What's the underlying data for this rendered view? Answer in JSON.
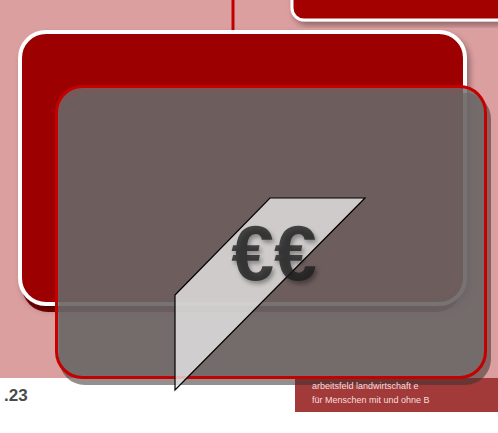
{
  "diagram": {
    "nodes": [
      {
        "text": [
          "€€"
        ]
      }
    ],
    "labels": [
      ".23",
      "arbeitsfeld landwirtschaft e",
      "für Menschen mit und ohne B"
    ]
  }
}
